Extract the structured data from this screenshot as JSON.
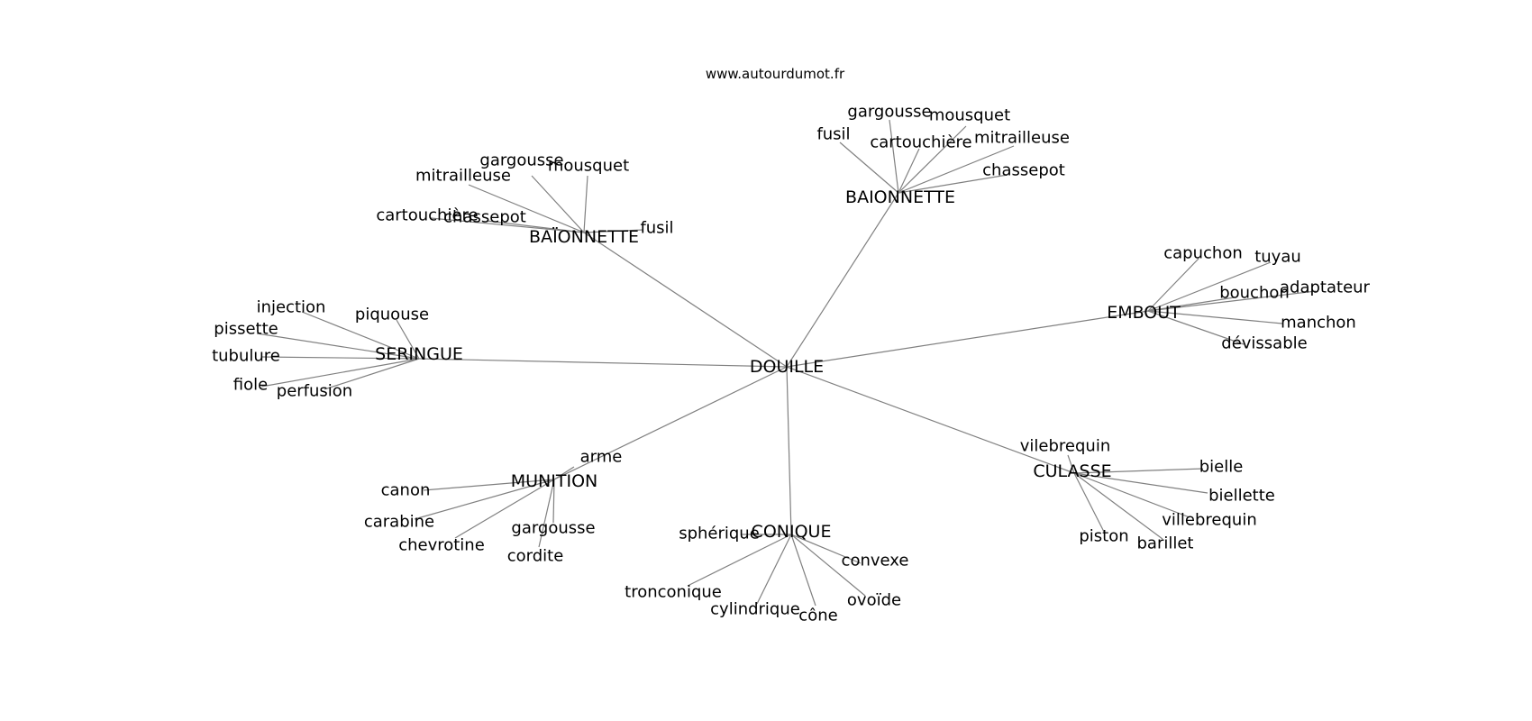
{
  "source": "www.autourdumot.fr",
  "center": "DOUILLE",
  "clusters": [
    {
      "id": "baionnette-tl",
      "label": "BAÏONNETTE",
      "terms": [
        "gargousse",
        "mousquet",
        "mitrailleuse",
        "cartouchière",
        "chassepot",
        "fusil"
      ]
    },
    {
      "id": "baionnette-top",
      "label": "BAIONNETTE",
      "terms": [
        "gargousse",
        "mousquet",
        "fusil",
        "cartouchière",
        "mitrailleuse",
        "chassepot"
      ]
    },
    {
      "id": "embout",
      "label": "EMBOUT",
      "terms": [
        "capuchon",
        "tuyau",
        "bouchon",
        "adaptateur",
        "manchon",
        "dévissable"
      ]
    },
    {
      "id": "seringue",
      "label": "SERINGUE",
      "terms": [
        "injection",
        "piquouse",
        "pissette",
        "tubulure",
        "fiole",
        "perfusion"
      ]
    },
    {
      "id": "munition",
      "label": "MUNITION",
      "terms": [
        "arme",
        "canon",
        "carabine",
        "chevrotine",
        "gargousse",
        "cordite"
      ]
    },
    {
      "id": "conique",
      "label": "CONIQUE",
      "terms": [
        "sphérique",
        "convexe",
        "tronconique",
        "cylindrique",
        "cône",
        "ovoïde"
      ]
    },
    {
      "id": "culasse",
      "label": "CULASSE",
      "terms": [
        "vilebrequin",
        "bielle",
        "biellette",
        "villebrequin",
        "piston",
        "barillet"
      ]
    }
  ]
}
